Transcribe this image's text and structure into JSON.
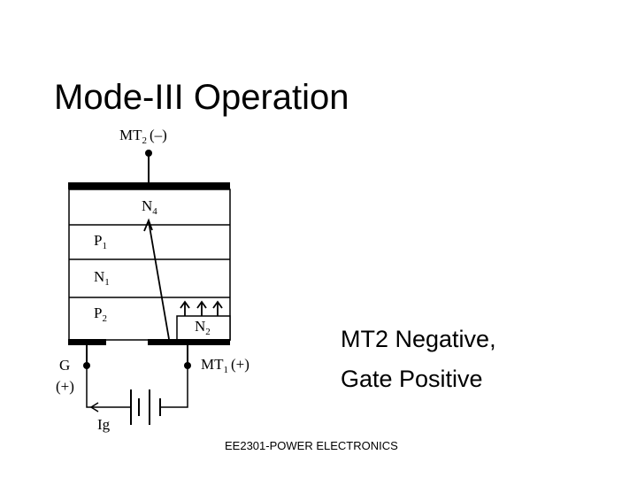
{
  "slide": {
    "title": "Mode-III Operation",
    "caption_line1": "MT2 Negative,",
    "caption_line2": "Gate Positive",
    "footer": "EE2301-POWER ELECTRONICS"
  },
  "diagram": {
    "mt2": {
      "name": "MT",
      "sub": "2",
      "polarity": "(–)"
    },
    "mt1": {
      "name": "MT",
      "sub": "1",
      "polarity": "(+)"
    },
    "gate": {
      "name": "G",
      "polarity": "(+)"
    },
    "gate_current": "Ig",
    "layers": {
      "n4": {
        "name": "N",
        "sub": "4"
      },
      "p1": {
        "name": "P",
        "sub": "1"
      },
      "n1": {
        "name": "N",
        "sub": "1"
      },
      "p2": {
        "name": "P",
        "sub": "2"
      },
      "n2": {
        "name": "N",
        "sub": "2"
      }
    }
  }
}
